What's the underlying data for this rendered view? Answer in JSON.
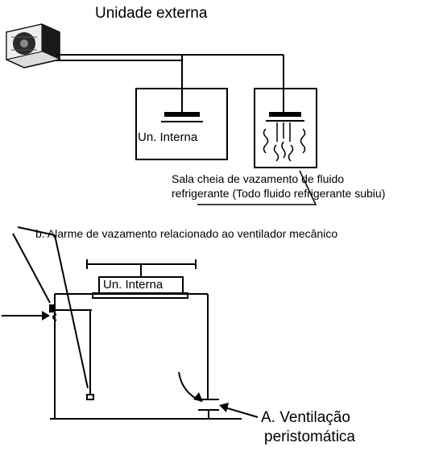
{
  "diagram_a": {
    "outdoor_unit_label": "Unidade externa",
    "indoor_unit_label": "Un. Interna",
    "leak_room_caption_line1": "Sala cheia de vazamento de fluido",
    "leak_room_caption_line2": "refrigerante (Todo fluido refrigerante subiu)"
  },
  "diagram_b": {
    "title": "b. Alarme de vazamento relacionado ao ventilador mecânico",
    "indoor_unit_label": "Un. Interna",
    "ventilation_label_line1": "A. Ventilação",
    "ventilation_label_line2": "peristomática"
  }
}
